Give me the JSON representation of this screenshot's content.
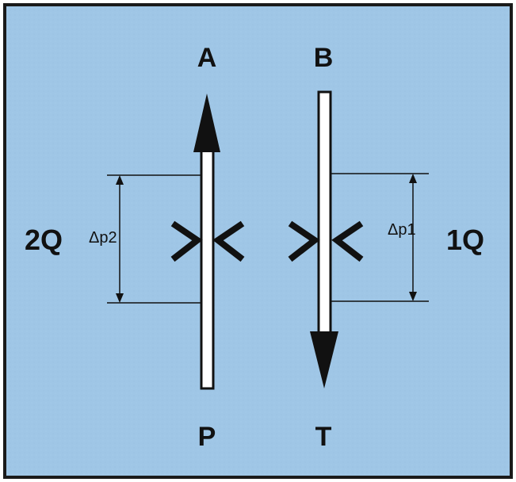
{
  "colors": {
    "background": "#9fc6e6",
    "frame": "#1a1a1a",
    "stroke": "#111111",
    "pipe_fill": "#ffffff"
  },
  "ports": {
    "a": "A",
    "b": "B",
    "p": "P",
    "t": "T"
  },
  "left_path": {
    "flow": "2Q",
    "pressure_drop": "Δp2",
    "direction": "up"
  },
  "right_path": {
    "flow": "1Q",
    "pressure_drop": "Δp1",
    "direction": "down"
  }
}
